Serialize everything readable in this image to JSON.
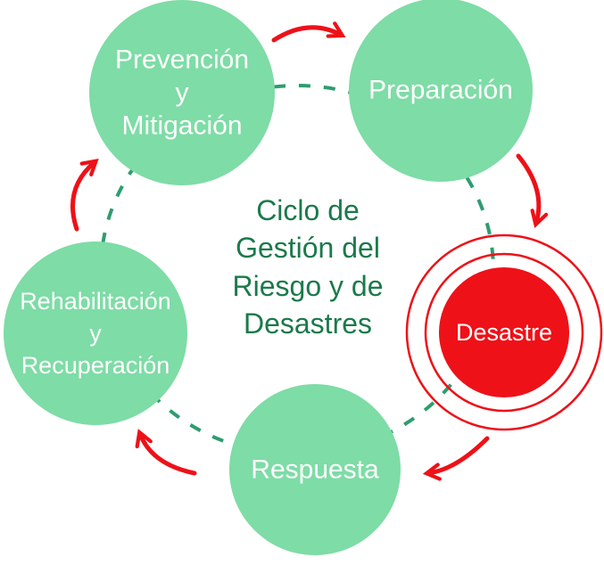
{
  "title": {
    "lines": [
      "Ciclo de",
      "Gestión del",
      "Riesgo y de",
      "Desastres"
    ]
  },
  "nodes": [
    {
      "id": "prevencion-mitigacion",
      "lines": [
        "Prevención",
        "y",
        "Mitigación"
      ]
    },
    {
      "id": "preparacion",
      "lines": [
        "Preparación"
      ]
    },
    {
      "id": "desastre",
      "lines": [
        "Desastre"
      ]
    },
    {
      "id": "respuesta",
      "lines": [
        "Respuesta"
      ]
    },
    {
      "id": "rehabilitacion-recuperacion",
      "lines": [
        "Rehabilitación",
        "y",
        "Recuperación"
      ]
    }
  ],
  "colors": {
    "node_fill": "#7EDCA6",
    "node_text": "#FFFFFF",
    "disaster_red": "#EE1118",
    "arrow_red": "#EE1118",
    "dashed_path_green": "#2E9D70",
    "title_green": "#1A7A4B",
    "background": "#FFFFFF"
  }
}
